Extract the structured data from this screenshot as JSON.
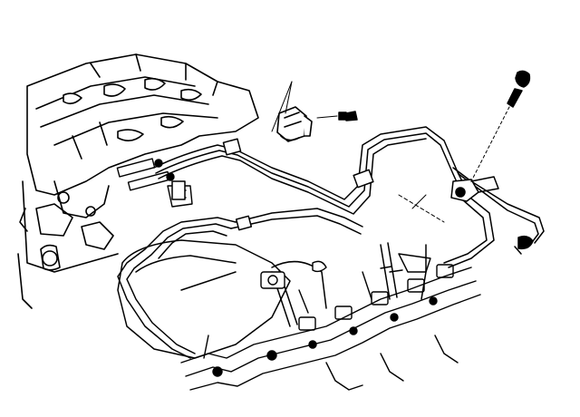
{
  "diagram": {
    "kind": "exploded technical line drawing",
    "colors": {
      "ink": "#000000",
      "background": "#ffffff"
    },
    "parts": [
      {
        "name": "engine-block"
      },
      {
        "name": "intake-manifold"
      },
      {
        "name": "fuel-injection-lines"
      },
      {
        "name": "line-clamp"
      },
      {
        "name": "clamp-bolt"
      },
      {
        "name": "retaining-bolt"
      },
      {
        "name": "fitting"
      },
      {
        "name": "injector-nozzles"
      }
    ],
    "text_labels": []
  }
}
